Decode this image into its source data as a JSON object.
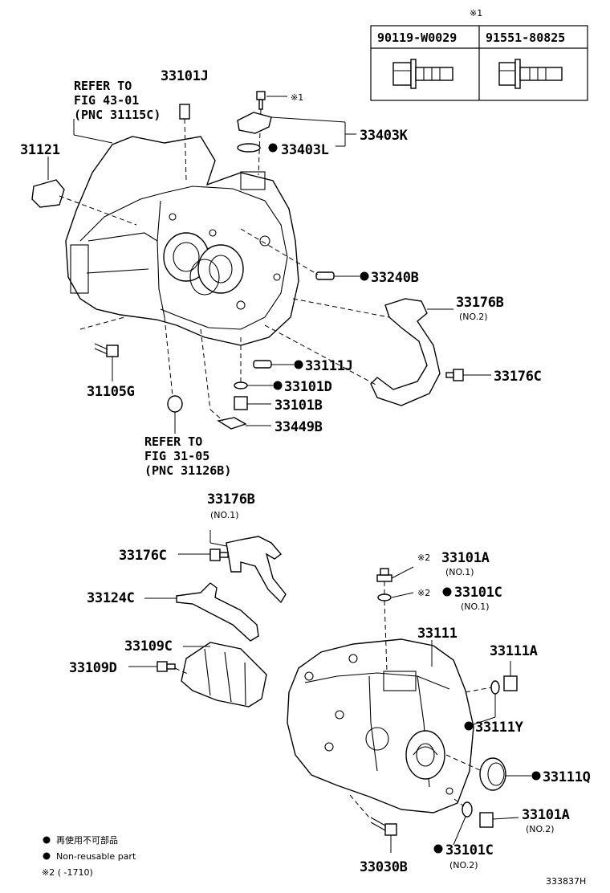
{
  "table": {
    "header_mark": "※1",
    "col1": "90119-W0029",
    "col2": "91551-80825"
  },
  "labels": {
    "refer1": [
      "REFER TO",
      "FIG 43-01",
      "(PNC 31115C)"
    ],
    "refer2": [
      "REFER TO",
      "FIG 31-05",
      "(PNC 31126B)"
    ],
    "p33101J": "33101J",
    "p31121": "31121",
    "p_bolt_mark": "※1",
    "p33403K": "33403K",
    "p33403L": "33403L",
    "p33240B": "33240B",
    "p33176B_top": "33176B",
    "p33176B_top_sub": "(NO.2)",
    "p33176C_top": "33176C",
    "p33111J": "33111J",
    "p33101D": "33101D",
    "p33101B": "33101B",
    "p33449B": "33449B",
    "p31105G": "31105G",
    "p33176B_mid": "33176B",
    "p33176B_mid_sub": "(NO.1)",
    "p33176C_mid": "33176C",
    "p33124C": "33124C",
    "p33109C": "33109C",
    "p33109D": "33109D",
    "p33101A_top_mark": "※2",
    "p33101A_top": "33101A",
    "p33101A_top_sub": "(NO.1)",
    "p33101C_top_mark": "※2",
    "p33101C_top": "33101C",
    "p33101C_top_sub": "(NO.1)",
    "p33111": "33111",
    "p33111A": "33111A",
    "p33111Y": "33111Y",
    "p33111Q": "33111Q",
    "p33101A_bot": "33101A",
    "p33101A_bot_sub": "(NO.2)",
    "p33101C_bot": "33101C",
    "p33101C_bot_sub": "(NO.2)",
    "p33030B": "33030B"
  },
  "legend": {
    "line1": "再使用不可部品",
    "line2": "Non-reusable part",
    "line3": "※2 (      -1710)"
  },
  "diagram_id": "333837H"
}
